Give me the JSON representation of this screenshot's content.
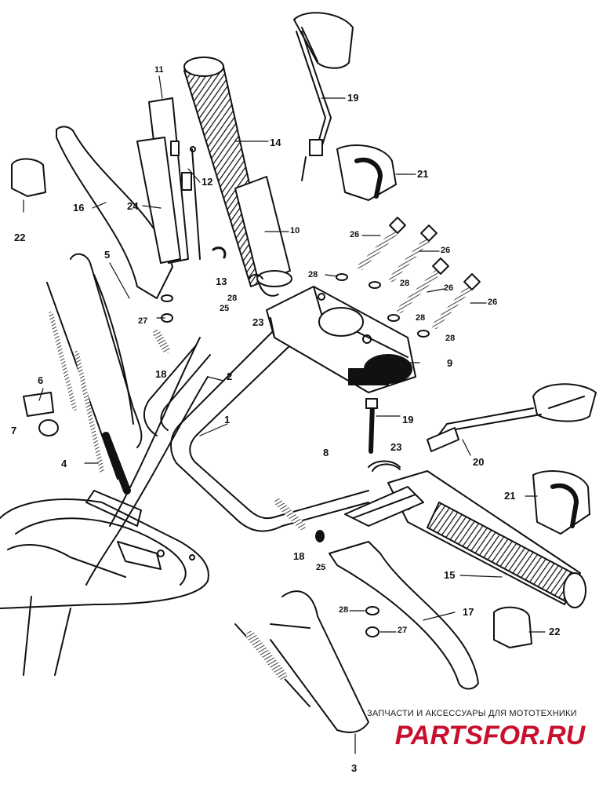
{
  "diagram": {
    "callouts": [
      {
        "id": "p1",
        "label": "1"
      },
      {
        "id": "p2",
        "label": "2"
      },
      {
        "id": "p3",
        "label": "3"
      },
      {
        "id": "p4",
        "label": "4"
      },
      {
        "id": "p5",
        "label": "5"
      },
      {
        "id": "p6",
        "label": "6"
      },
      {
        "id": "p7",
        "label": "7"
      },
      {
        "id": "p8",
        "label": "8"
      },
      {
        "id": "p9",
        "label": "9"
      },
      {
        "id": "p10",
        "label": "10"
      },
      {
        "id": "p11",
        "label": "11"
      },
      {
        "id": "p12",
        "label": "12"
      },
      {
        "id": "p13",
        "label": "13"
      },
      {
        "id": "p14",
        "label": "14"
      },
      {
        "id": "p15",
        "label": "15"
      },
      {
        "id": "p16",
        "label": "16"
      },
      {
        "id": "p17",
        "label": "17"
      },
      {
        "id": "p18a",
        "label": "18"
      },
      {
        "id": "p18b",
        "label": "18"
      },
      {
        "id": "p19a",
        "label": "19"
      },
      {
        "id": "p19b",
        "label": "19"
      },
      {
        "id": "p20",
        "label": "20"
      },
      {
        "id": "p21a",
        "label": "21"
      },
      {
        "id": "p21b",
        "label": "21"
      },
      {
        "id": "p22a",
        "label": "22"
      },
      {
        "id": "p22b",
        "label": "22"
      },
      {
        "id": "p23a",
        "label": "23"
      },
      {
        "id": "p23b",
        "label": "23"
      },
      {
        "id": "p24",
        "label": "24"
      },
      {
        "id": "p25a",
        "label": "25"
      },
      {
        "id": "p25b",
        "label": "25"
      },
      {
        "id": "p26a",
        "label": "26"
      },
      {
        "id": "p26b",
        "label": "26"
      },
      {
        "id": "p26c",
        "label": "26"
      },
      {
        "id": "p26d",
        "label": "26"
      },
      {
        "id": "p27a",
        "label": "27"
      },
      {
        "id": "p27b",
        "label": "27"
      },
      {
        "id": "p28a",
        "label": "28"
      },
      {
        "id": "p28b",
        "label": "28"
      },
      {
        "id": "p28c",
        "label": "28"
      },
      {
        "id": "p28d",
        "label": "28"
      },
      {
        "id": "p28e",
        "label": "28"
      },
      {
        "id": "p28f",
        "label": "28"
      }
    ]
  },
  "watermark": {
    "caption": "ЗАПЧАСТИ И АКСЕССУАРЫ ДЛЯ МОТОТЕХНИКИ",
    "logo_text": "PARTSFOR.RU",
    "logo_color": "#c8102e"
  },
  "colors": {
    "ink": "#111111",
    "background": "#ffffff"
  }
}
